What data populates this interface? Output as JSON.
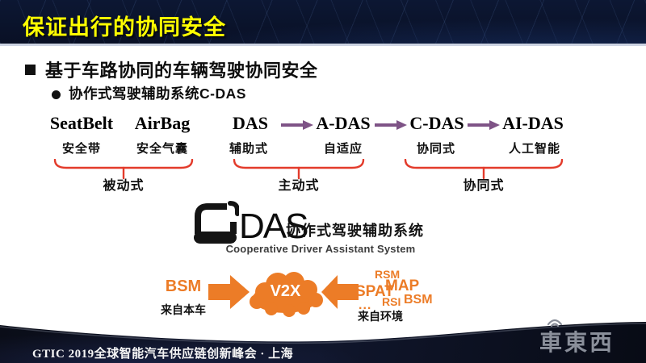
{
  "header": {
    "title": "保证出行的协同安全",
    "title_color": "#FFFF00"
  },
  "bullets": {
    "level1": "基于车路协同的车辆驾驶协同安全",
    "level2": "协作式驾驶辅助系统C-DAS"
  },
  "evolution": {
    "terms": [
      "SeatBelt",
      "AirBag",
      "DAS",
      "A-DAS",
      "C-DAS",
      "AI-DAS"
    ],
    "term_labels": [
      "安全带",
      "安全气囊",
      "辅助式",
      "自适应",
      "协同式",
      "人工智能"
    ],
    "groups": [
      "被动式",
      "主动式",
      "协同式"
    ]
  },
  "cdas_logo": {
    "wordmark": "DAS",
    "name_cn": "协作式驾驶辅助系统",
    "name_en": "Cooperative Driver Assistant System"
  },
  "v2x_flow": {
    "vehicle_message": "BSM",
    "vehicle_source_label": "来自本车",
    "hub": "V2X",
    "env_messages": {
      "spat": "SPAT",
      "rsm": "RSM",
      "map": "MAP",
      "rsi": "RSI",
      "bsm": "BSM",
      "ellipsis": "..."
    },
    "env_source_label": "来自环境"
  },
  "footer": {
    "event": "GTIC 2019全球智能汽车供应链创新峰会 · 上海",
    "logo_text": "車東西"
  },
  "colors": {
    "title_yellow": "#FFFF00",
    "brace_red": "#E33B2B",
    "arrow_purple": "#7E5386",
    "accent_orange": "#EC7C27"
  }
}
